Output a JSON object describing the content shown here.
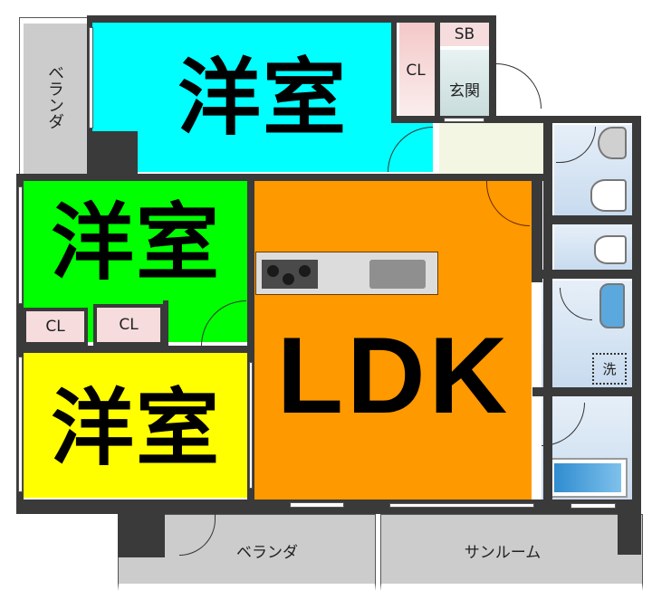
{
  "floorplan": {
    "rooms": [
      {
        "id": "western-room-1",
        "label": "洋室",
        "color": "#00ffff"
      },
      {
        "id": "western-room-2",
        "label": "洋室",
        "color": "#00ff00"
      },
      {
        "id": "western-room-3",
        "label": "洋室",
        "color": "#ffff00"
      },
      {
        "id": "ldk",
        "label": "LDK",
        "color": "#ff9900"
      }
    ],
    "closets": [
      {
        "id": "closet-top",
        "label": "CL"
      },
      {
        "id": "closet-mid-left",
        "label": "CL"
      },
      {
        "id": "closet-mid-right",
        "label": "CL"
      }
    ],
    "shoe_box": {
      "label": "SB"
    },
    "entrance": {
      "label": "玄関"
    },
    "washer": {
      "label": "洗"
    },
    "balconies": [
      {
        "id": "balcony-left",
        "label": "ベランダ"
      },
      {
        "id": "balcony-bottom",
        "label": "ベランダ"
      }
    ],
    "sunroom": {
      "label": "サンルーム"
    },
    "kitchen": {
      "fixtures": [
        "stove",
        "sink"
      ]
    },
    "colors": {
      "wall": "#3a3a3a",
      "balcony": "#cccccc",
      "closet": "#f6dcdc",
      "wet_area": "#dce9f5",
      "hallway": "#f4f6e4"
    }
  }
}
